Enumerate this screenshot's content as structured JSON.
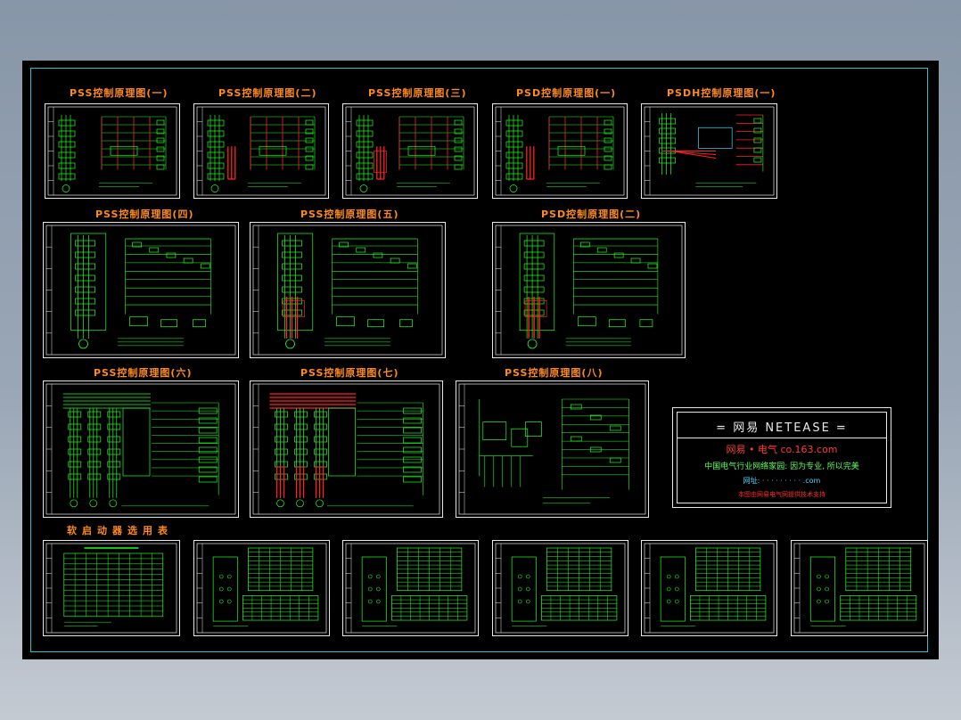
{
  "sheet": {
    "titles": [
      "PSS控制原理图(一)",
      "PSS控制原理图(二)",
      "PSS控制原理图(三)",
      "PSD控制原理图(一)",
      "PSDH控制原理图(一)",
      "PSS控制原理图(四)",
      "PSS控制原理图(五)",
      "PSD控制原理图(二)",
      "PSS控制原理图(六)",
      "PSS控制原理图(七)",
      "PSS控制原理图(八)",
      "软启动器选用表"
    ]
  },
  "info_box": {
    "line1": "= 网易 NETEASE =",
    "line2": "网易 • 电气   co.163.com",
    "line3": "中国电气行业网络家园: 因为专业, 所以完美",
    "line4": "网址: ·  ·  ·  ·  ·  ·  ·  ·  · .com",
    "line5": "本图由网易电气网提供技术支持"
  },
  "colors": {
    "title": "#ff8a1c",
    "wire_green": "#22ff22",
    "wire_red": "#ff2222",
    "frame": "#e8e8e8",
    "border_cyan": "#1ec8d0",
    "sheet_bg": "#000000"
  }
}
